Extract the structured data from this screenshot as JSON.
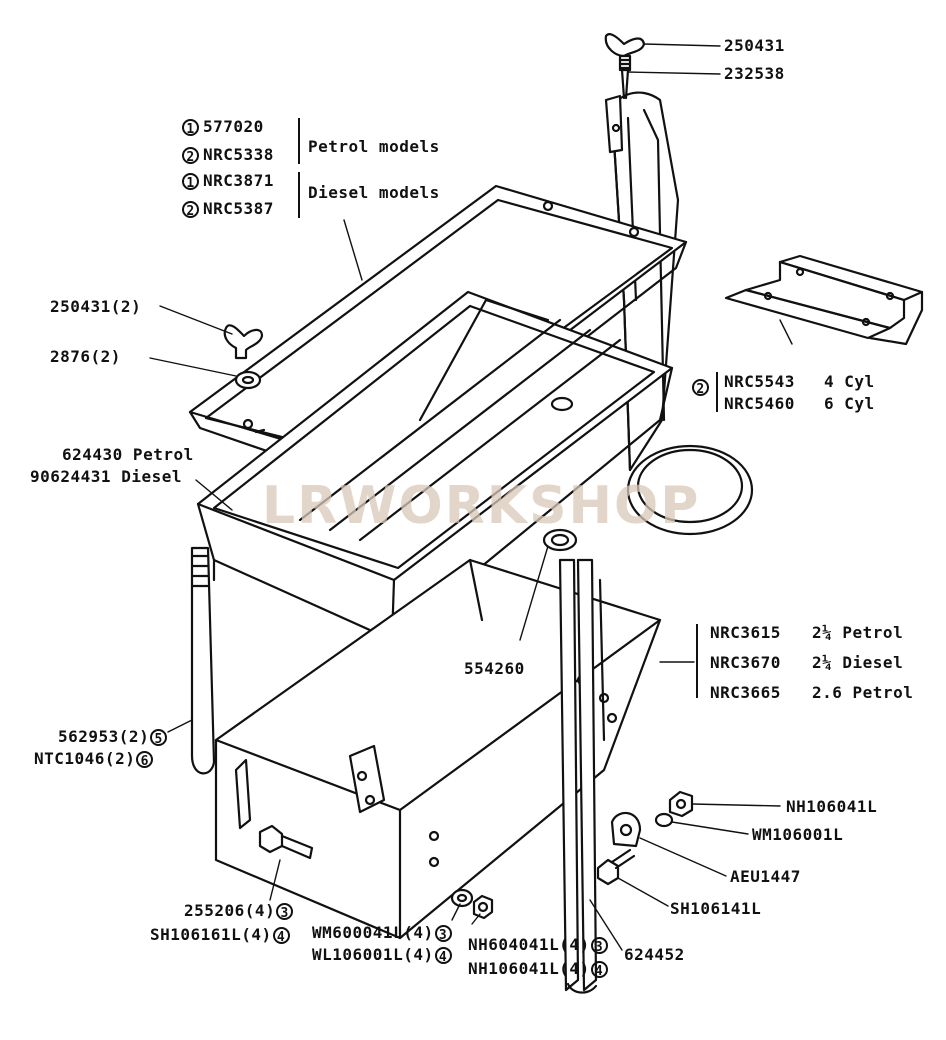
{
  "watermark": "LRWORKSHOP",
  "labels": {
    "wing_nut_top": "250431",
    "bolt_top": "232538",
    "frame_petrol_1": "577020",
    "frame_petrol_2": "NRC5338",
    "frame_petrol_note": "Petrol models",
    "frame_diesel_1": "NRC3871",
    "frame_diesel_2": "NRC5387",
    "frame_diesel_note": "Diesel models",
    "circle_1": "1",
    "circle_2": "2",
    "circle_3": "3",
    "circle_4": "4",
    "circle_5": "5",
    "circle_6": "6",
    "wing_nut_2": "250431(2)",
    "washer_2": "2876(2)",
    "bracket_4cyl_part": "NRC5543",
    "bracket_4cyl_note": "4 Cyl",
    "bracket_6cyl_part": "NRC5460",
    "bracket_6cyl_note": "6 Cyl",
    "tray_petrol": "624430 Petrol",
    "tray_diesel": "90624431 Diesel",
    "clip": "554260",
    "box_1_part": "NRC3615",
    "box_1_note": "2¼ Petrol",
    "box_2_part": "NRC3670",
    "box_2_note": "2¼ Diesel",
    "box_3_part": "NRC3665",
    "box_3_note": "2.6 Petrol",
    "rod_1": "562953(2)",
    "rod_2": "NTC1046(2)",
    "nut_right": "NH106041L",
    "washer_right": "WM106001L",
    "clamp": "AEU1447",
    "screw_right": "SH106141L",
    "strap": "624452",
    "bolt_1": "255206(4)",
    "bolt_2": "SH106161L(4)",
    "washer_b1": "WM600041L(4)",
    "washer_b2": "WL106001L(4)",
    "nut_b1": "NH604041L(4)",
    "nut_b2": "NH106041L(4)"
  }
}
